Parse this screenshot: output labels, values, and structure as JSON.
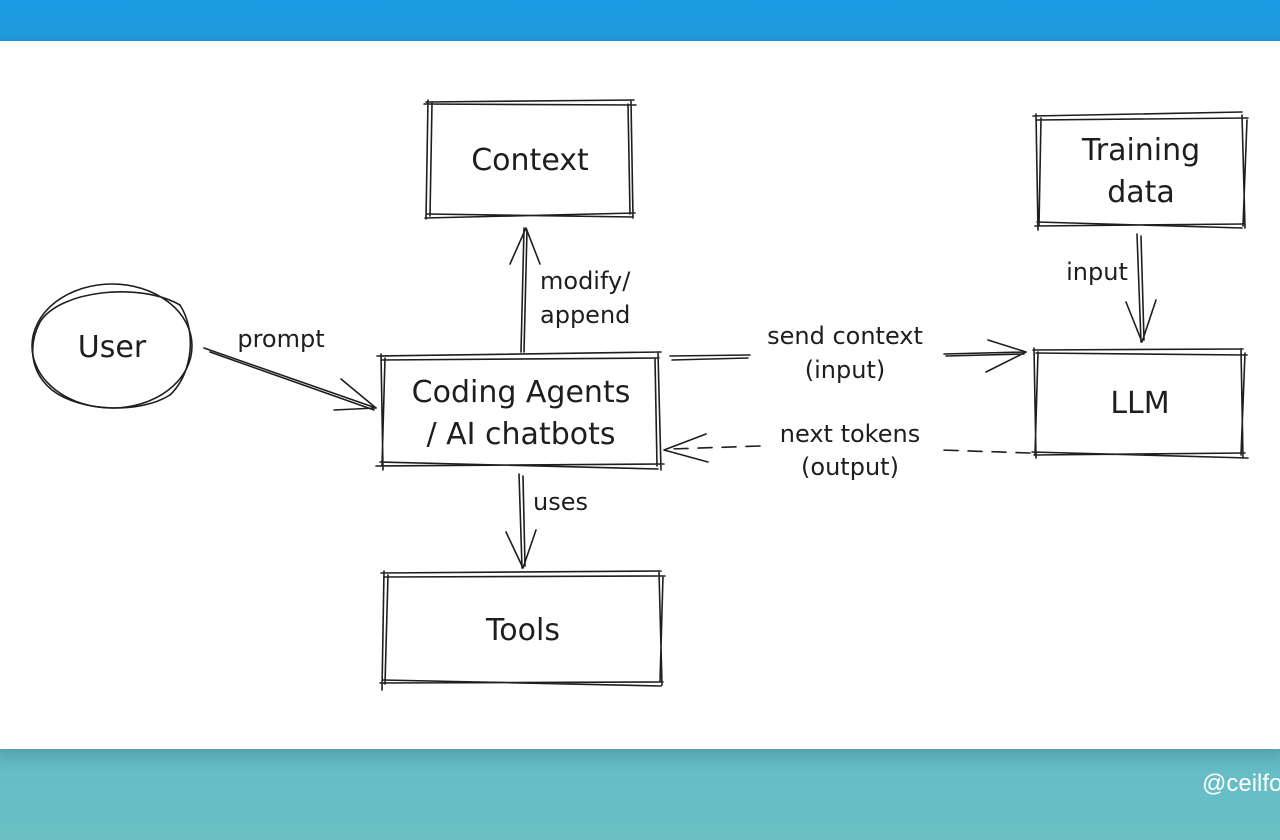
{
  "colors": {
    "background_top": "#1a9ae0",
    "background_bottom": "#6cc0c4",
    "card": "#ffffff",
    "ink": "#1e1e1e"
  },
  "nodes": {
    "user": "User",
    "context": "Context",
    "agents": [
      "Coding Agents",
      "/ AI chatbots"
    ],
    "tools": "Tools",
    "training": [
      "Training",
      "data"
    ],
    "llm": "LLM"
  },
  "edges": {
    "prompt": "prompt",
    "modify": [
      "modify/",
      "append"
    ],
    "uses": "uses",
    "send": [
      "send context",
      "(input)"
    ],
    "next": [
      "next tokens",
      "(output)"
    ],
    "input": "input"
  },
  "watermark": "@ceilfors"
}
